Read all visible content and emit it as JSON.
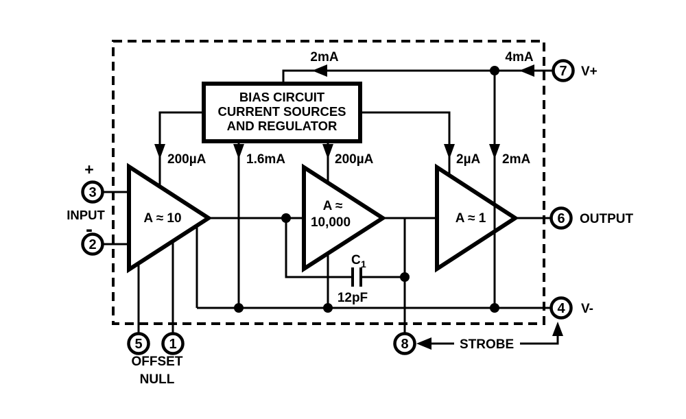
{
  "title": "Operational amplifier internal block diagram",
  "colors": {
    "line": "#000000",
    "background": "#ffffff"
  },
  "bias_box": {
    "line1": "BIAS CIRCUIT",
    "line2": "CURRENT SOURCES",
    "line3": "AND REGULATOR"
  },
  "supply": {
    "top_left_current": "2mA",
    "top_right_current": "4mA"
  },
  "current_sources": {
    "amp1": "200µA",
    "mid": "1.6mA",
    "amp2": "200µA",
    "amp3": "2µA",
    "output_stage": "2mA"
  },
  "amplifiers": {
    "amp1_gain": "A ≈ 10",
    "amp2_gain_line1": "A ≈",
    "amp2_gain_line2": "10,000",
    "amp3_gain": "A ≈ 1"
  },
  "capacitor": {
    "designator": "C",
    "designator_sub": "1",
    "value": "12pF"
  },
  "pins": {
    "pin7_number": "7",
    "pin7_label": "V+",
    "pin3_number": "3",
    "pin3_sign": "+",
    "pin2_number": "2",
    "pin2_sign": "-",
    "input_label": "INPUT",
    "pin6_number": "6",
    "pin6_label": "OUTPUT",
    "pin4_number": "4",
    "pin4_label": "V-",
    "pin5_number": "5",
    "pin1_number": "1",
    "offset_null_line1": "OFFSET",
    "offset_null_line2": "NULL",
    "pin8_number": "8",
    "pin8_label": "STROBE"
  }
}
